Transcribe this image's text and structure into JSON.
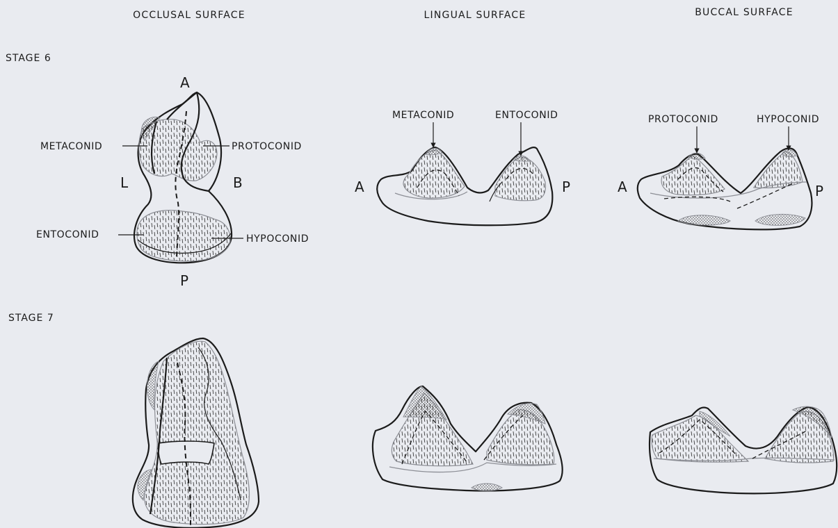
{
  "headers": {
    "occlusal": "OCCLUSAL SURFACE",
    "lingual": "LINGUAL SURFACE",
    "buccal": "BUCCAL SURFACE"
  },
  "stages": {
    "stage6": "STAGE 6",
    "stage7": "STAGE 7"
  },
  "occlusal_labels": {
    "anterior": "A",
    "posterior": "P",
    "lingual_side": "L",
    "buccal_side": "B",
    "metaconid": "METACONID",
    "protoconid": "PROTOCONID",
    "entoconid": "ENTOCONID",
    "hypoconid": "HYPOCONID"
  },
  "lingual_labels": {
    "metaconid": "METACONID",
    "entoconid": "ENTOCONID",
    "anterior": "A",
    "posterior": "P"
  },
  "buccal_labels": {
    "protoconid": "PROTOCONID",
    "hypoconid": "HYPOCONID",
    "anterior": "A",
    "posterior": "P"
  },
  "colors": {
    "background": "#e9ebf0",
    "ink": "#1b1b1b",
    "stipple": "#8d8f96"
  }
}
